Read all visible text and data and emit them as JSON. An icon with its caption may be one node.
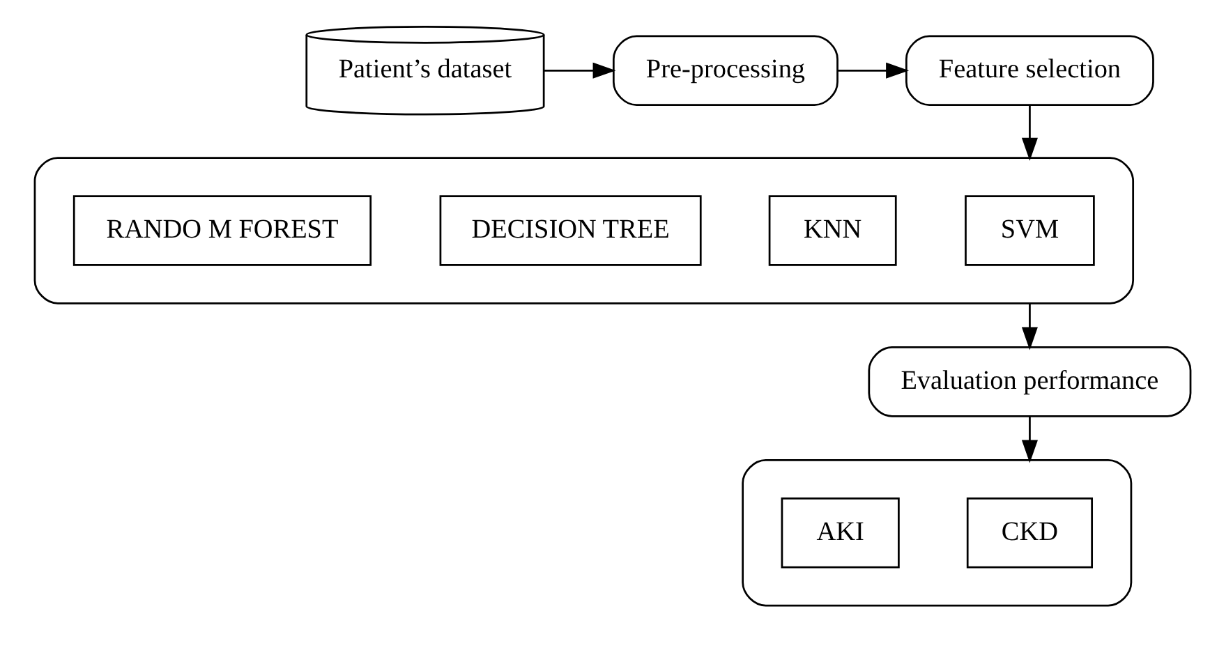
{
  "diagram": {
    "nodes": [
      {
        "text": [
          "Patient’s dataset"
        ]
      },
      {
        "text": [
          "Pre-processing"
        ]
      },
      {
        "text": [
          "Feature selection"
        ]
      },
      {
        "text": [],
        "shape": "box"
      },
      {
        "text": [
          "SVM"
        ],
        "in": 3
      },
      {
        "text": [
          "KNN"
        ],
        "in": 3
      },
      {
        "text": [
          "DECISION TREE"
        ],
        "in": 3
      },
      {
        "text": [
          "RANDO M FOREST"
        ],
        "in": 3
      },
      {
        "text": [
          "Evaluation performance"
        ]
      },
      {
        "text": [],
        "shape": "box"
      },
      {
        "text": [
          "CKD"
        ],
        "in": 9
      },
      {
        "text": [
          "AKI"
        ],
        "in": 9
      }
    ],
    "edges": [
      {
        "from": 0,
        "to": 1,
        "arrow": "to"
      },
      {
        "from": 1,
        "to": 2,
        "arrow": "to"
      },
      {
        "from": 2,
        "to": 3,
        "arrow": "to"
      },
      {
        "from": 3,
        "to": 8,
        "arrow": "to"
      },
      {
        "from": 8,
        "to": 9,
        "arrow": "to"
      }
    ]
  }
}
